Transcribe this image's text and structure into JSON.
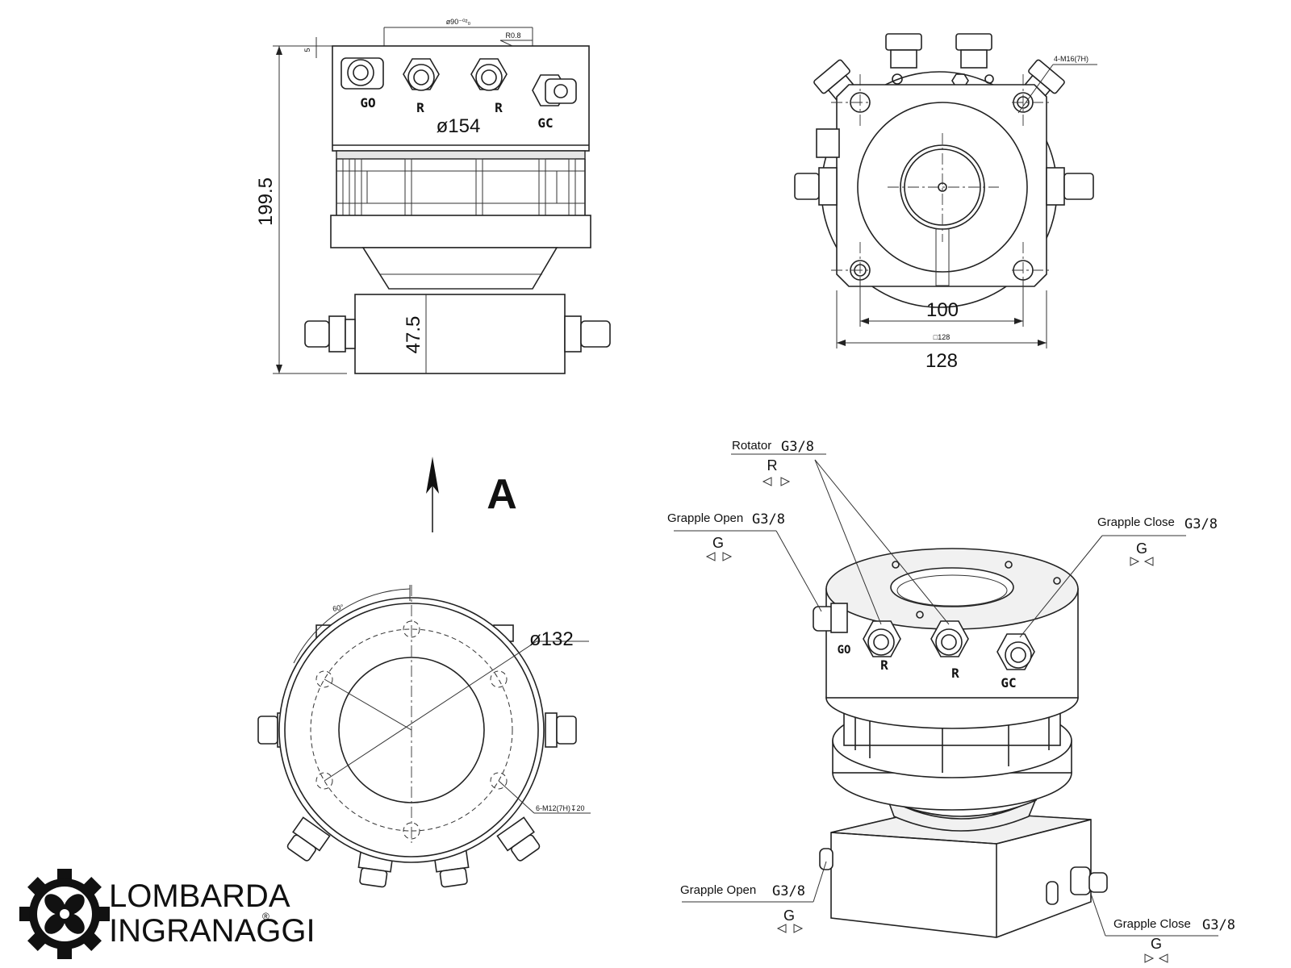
{
  "front_view": {
    "dim_height": "199.5",
    "dim_base_height": "47.5",
    "dim_diameter": "ø154",
    "dim_shaft": "ø90⁻⁰²₀",
    "dim_radius": "R0.8",
    "dim_step": "5",
    "ports": [
      "GO",
      "R",
      "R",
      "GC"
    ]
  },
  "top_view": {
    "dim_bolt_spacing": "100",
    "dim_square_small": "□128",
    "dim_width": "128",
    "dim_thread": "4-M16(7H)"
  },
  "view_arrow": {
    "label": "A"
  },
  "bottom_view": {
    "dim_diameter": "ø132",
    "dim_angle": "60°",
    "dim_thread": "6-M12(7H)↧20"
  },
  "iso_view": {
    "labels": {
      "rotator": "Rotator",
      "grapple_open_top": "Grapple Open",
      "grapple_close_top": "Grapple Close",
      "grapple_open_bottom": "Grapple Open",
      "grapple_close_bottom": "Grapple Close"
    },
    "thread_size": "G3/8",
    "code_rotator": "R",
    "code_grapple": "G",
    "ports": [
      "GO",
      "R",
      "R",
      "GC"
    ]
  },
  "logo": {
    "line1": "LOMBARDA",
    "line2": "INGRANAGGI",
    "registered": "®"
  }
}
